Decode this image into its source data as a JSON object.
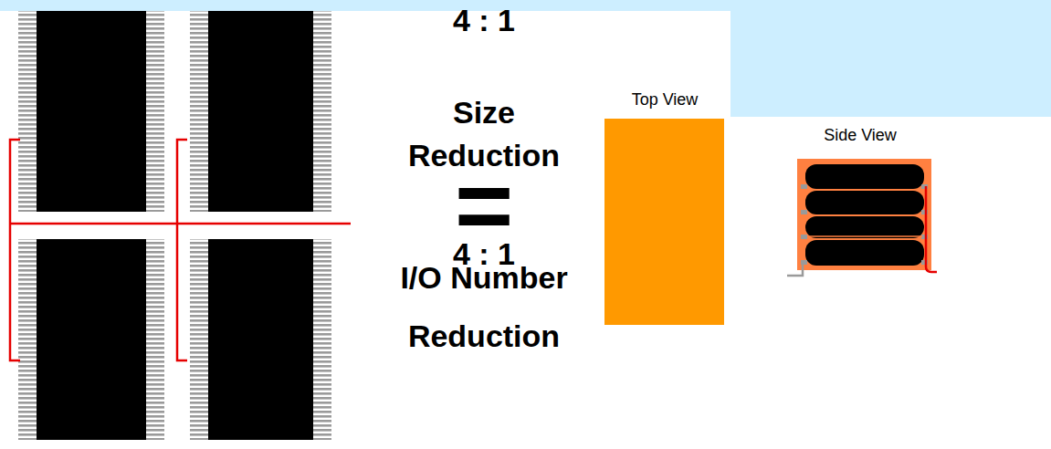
{
  "diagram": {
    "labels": [
      "4 : 1",
      "Size Reduction",
      "=",
      "4 : 1",
      "I/O Number Reduction",
      "Top View",
      "Side View"
    ]
  }
}
